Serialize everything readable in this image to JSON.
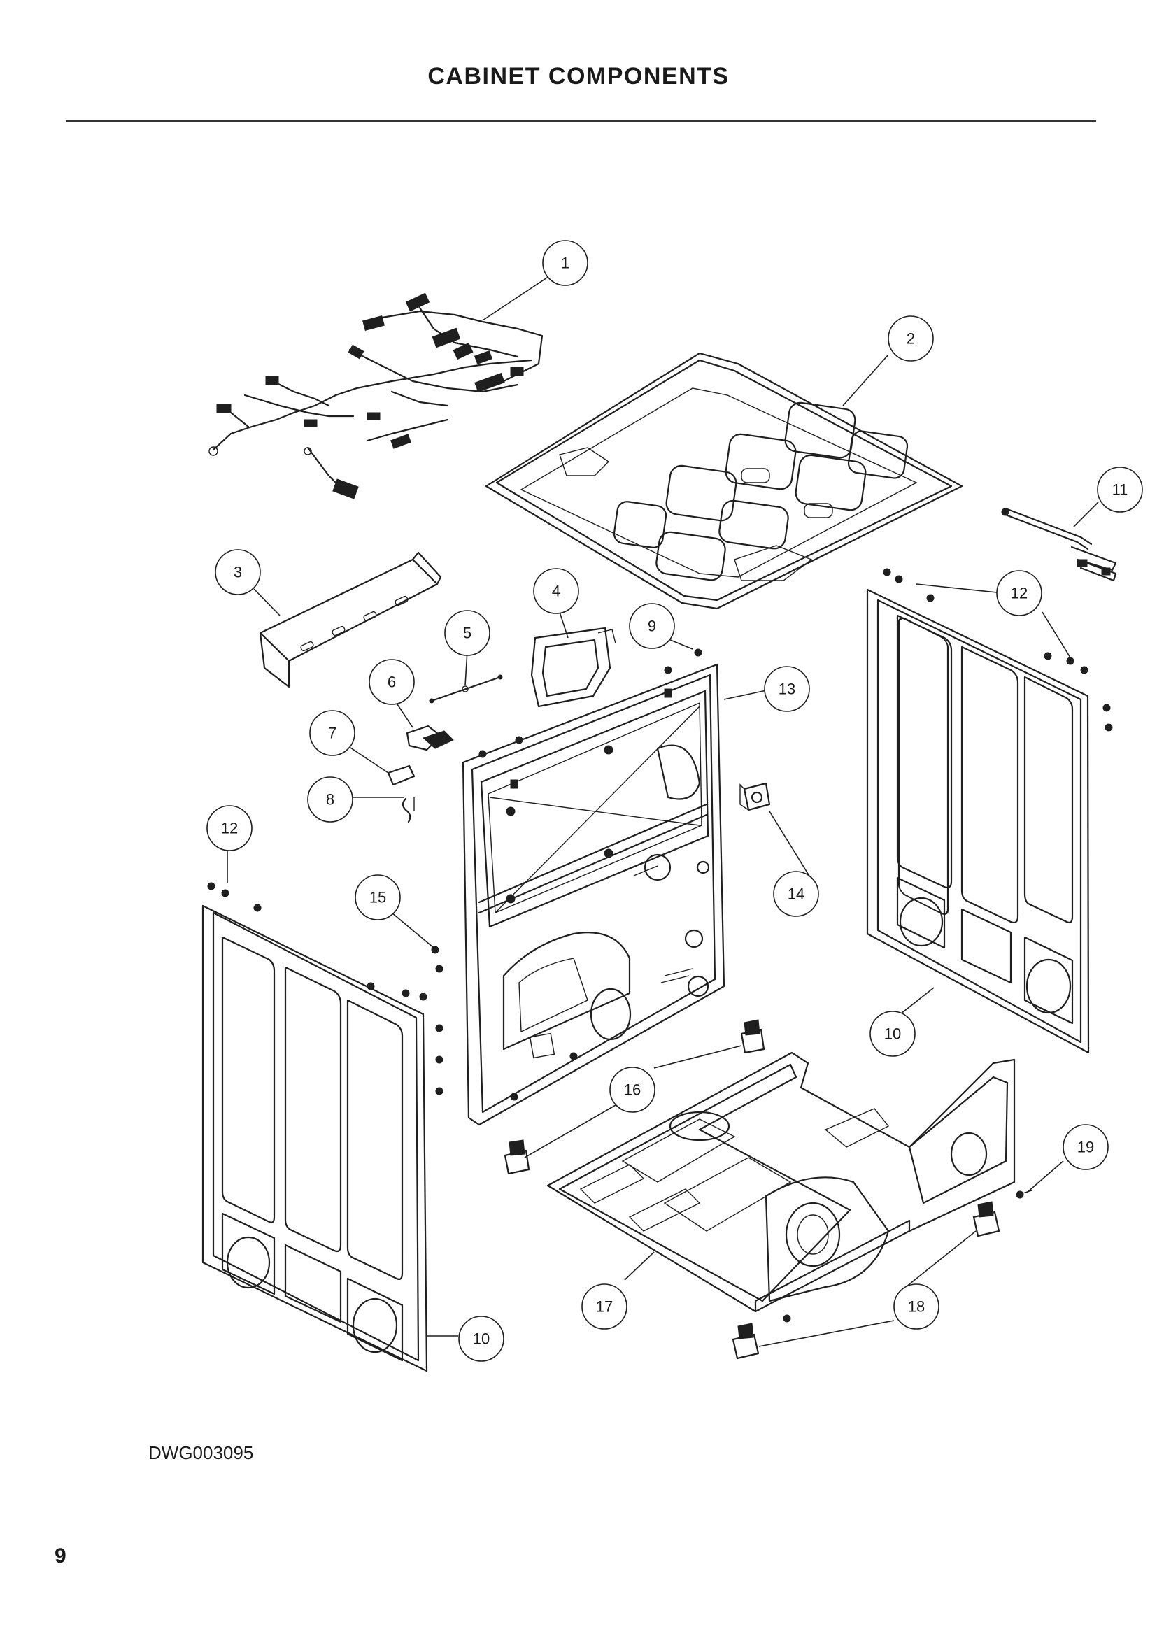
{
  "page": {
    "title": "CABINET COMPONENTS",
    "drawing_code": "DWG003095",
    "page_number": "9"
  },
  "callouts": [
    {
      "id": "c1",
      "label": "1"
    },
    {
      "id": "c2",
      "label": "2"
    },
    {
      "id": "c3",
      "label": "3"
    },
    {
      "id": "c4",
      "label": "4"
    },
    {
      "id": "c5",
      "label": "5"
    },
    {
      "id": "c6",
      "label": "6"
    },
    {
      "id": "c7",
      "label": "7"
    },
    {
      "id": "c8",
      "label": "8"
    },
    {
      "id": "c9",
      "label": "9"
    },
    {
      "id": "c10a",
      "label": "10"
    },
    {
      "id": "c10b",
      "label": "10"
    },
    {
      "id": "c11",
      "label": "11"
    },
    {
      "id": "c12a",
      "label": "12"
    },
    {
      "id": "c12b",
      "label": "12"
    },
    {
      "id": "c13",
      "label": "13"
    },
    {
      "id": "c14",
      "label": "14"
    },
    {
      "id": "c15",
      "label": "15"
    },
    {
      "id": "c16",
      "label": "16"
    },
    {
      "id": "c17",
      "label": "17"
    },
    {
      "id": "c18",
      "label": "18"
    },
    {
      "id": "c19",
      "label": "19"
    }
  ]
}
